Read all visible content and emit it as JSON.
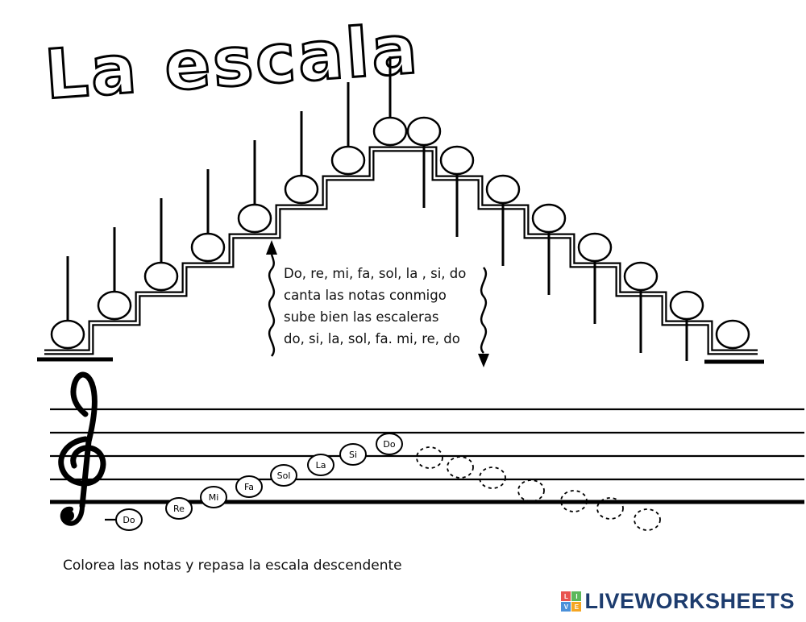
{
  "title": "La escala",
  "lyrics": {
    "lines": [
      "Do, re, mi, fa, sol, la , si, do",
      "canta las notas conmigo",
      "sube bien las escaleras",
      "do, si, la, sol, fa. mi, re, do"
    ]
  },
  "staff": {
    "note_labels": [
      "Do",
      "Re",
      "Mi",
      "Fa",
      "Sol",
      "La",
      "Si",
      "Do"
    ],
    "traced_note_count": 7
  },
  "instruction": "Colorea las notas y repasa la escala descendente",
  "brand": {
    "name": "LIVEWORKSHEETS",
    "logo_letters": [
      "L",
      "I",
      "V",
      "E"
    ],
    "logo_colors": {
      "l": "#e8534f",
      "i": "#5cb85c",
      "v": "#4a90d9",
      "e": "#f5a623"
    },
    "text_color": "#1d3c6e"
  }
}
